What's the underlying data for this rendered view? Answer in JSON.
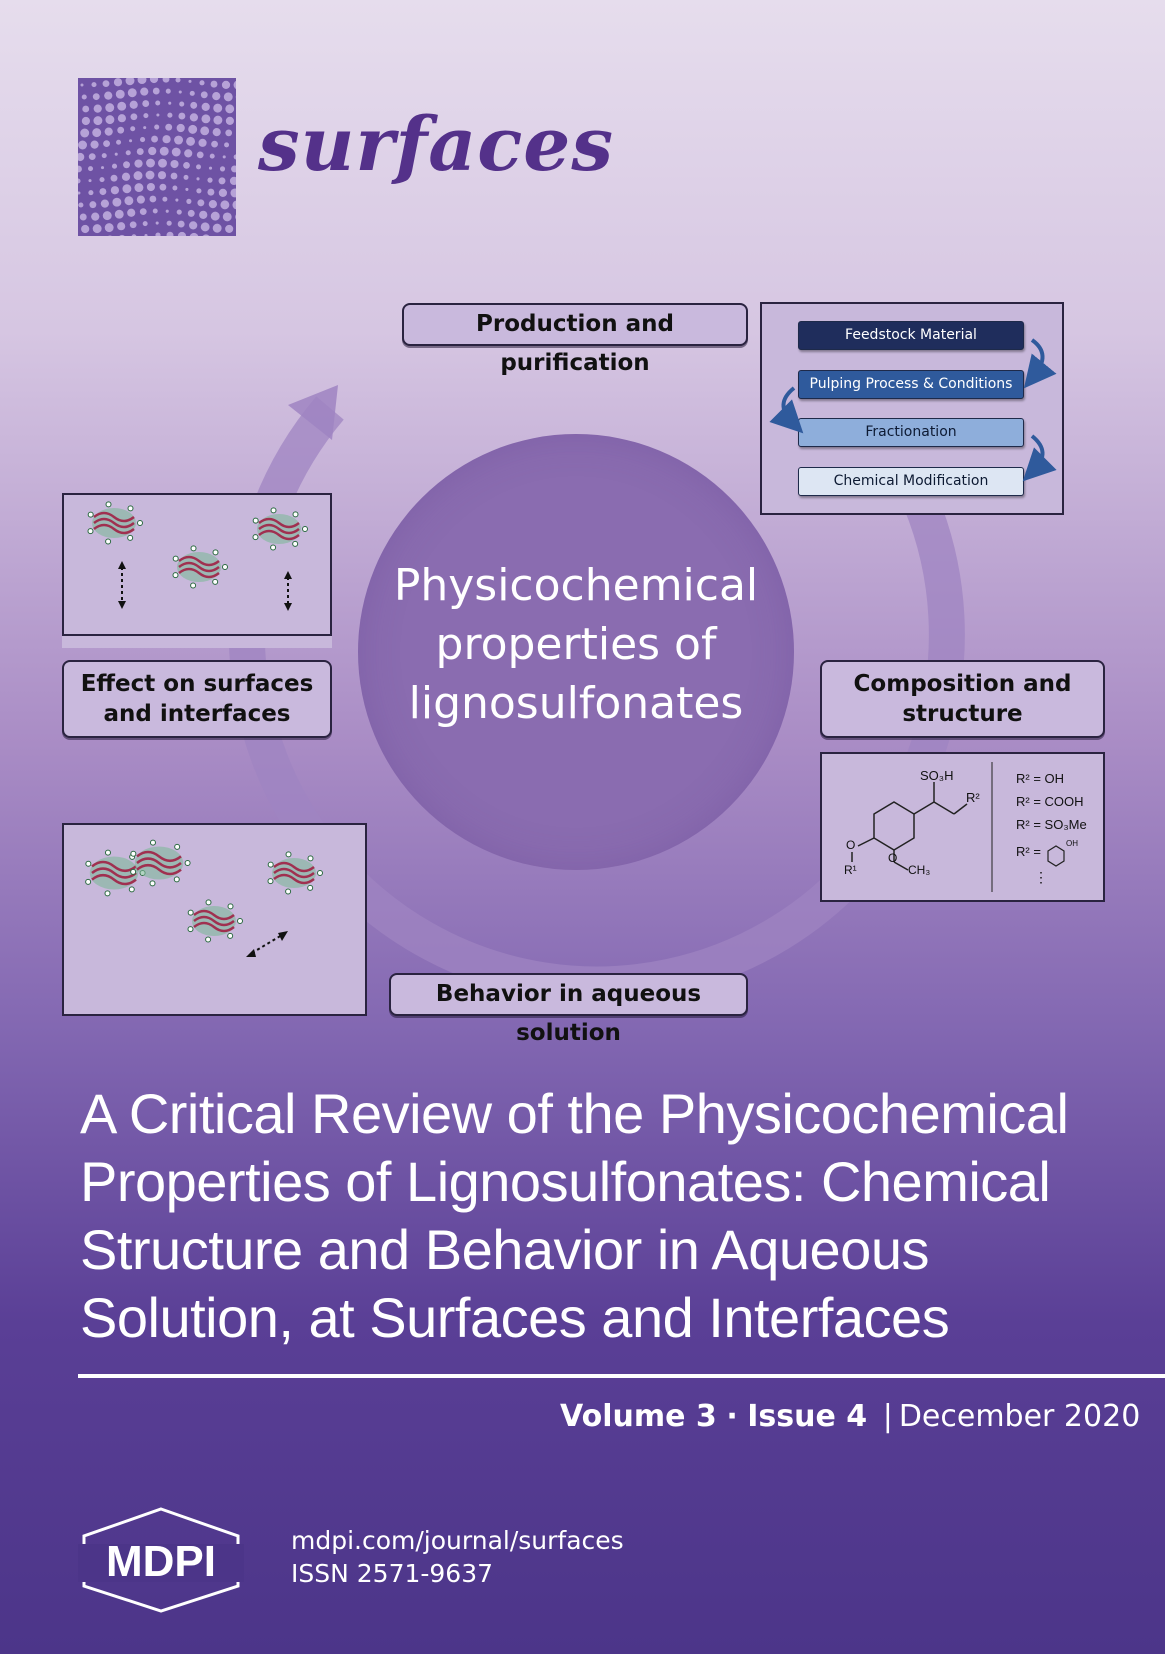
{
  "journal": {
    "name": "surfaces"
  },
  "graphic": {
    "center_title": [
      "Physicochemical",
      "properties of",
      "lignosulfonates"
    ],
    "labels": {
      "production": "Production and purification",
      "effect": [
        "Effect on surfaces",
        "and interfaces"
      ],
      "composition": [
        "Composition and",
        "structure"
      ],
      "behavior": "Behavior in aqueous solution"
    },
    "process_steps": [
      "Feedstock Material",
      "Pulping Process & Conditions",
      "Fractionation",
      "Chemical Modification"
    ],
    "structure": {
      "so3h": "SO₃H",
      "r2": "R²",
      "r1": "R¹",
      "o1": "O",
      "o2": "O",
      "ch3": "CH₃",
      "substituents": [
        "R² = OH",
        "R² = COOH",
        "R² = SO₃Me",
        "R² ="
      ],
      "oh": "OH",
      "more": "⋮"
    }
  },
  "article": {
    "title_lines": [
      "A Critical Review of the Physicochemical",
      "Properties of Lignosulfonates: Chemical",
      "Structure and Behavior in Aqueous",
      "Solution, at Surfaces and Interfaces"
    ],
    "volume": "Volume 3",
    "dot": "·",
    "issue": "Issue 4",
    "divider": "|",
    "date": "December 2020"
  },
  "footer": {
    "publisher": "MDPI",
    "url": "mdpi.com/journal/surfaces",
    "issn": "ISSN 2571-9637"
  },
  "colors": {
    "title_purple": "#54318a",
    "circle": "#8a6cb0",
    "step_dark": "#1f2d5c",
    "step_mid": "#2f5a9c",
    "step_light": "#8eaedb",
    "step_pale": "#dde6f3"
  }
}
